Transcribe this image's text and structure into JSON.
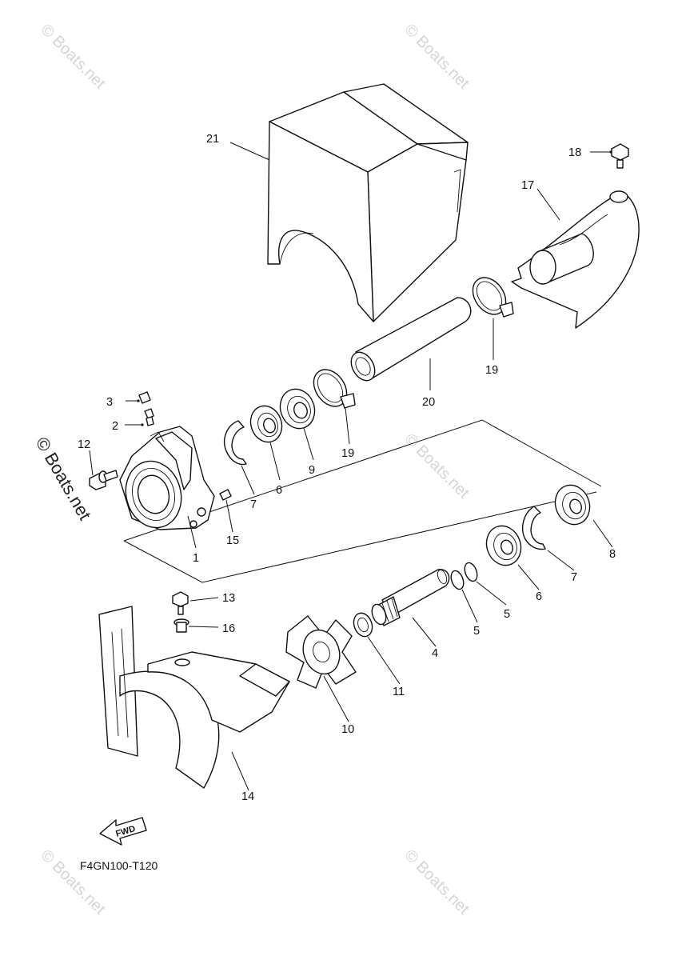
{
  "diagram": {
    "code": "F4GN100-T120",
    "fwd_label": "FWD",
    "watermark": "© Boats.net",
    "watermark_side": "© Boats.net",
    "labels": {
      "l1": "1",
      "l2": "2",
      "l3": "3",
      "l4": "4",
      "l5a": "5",
      "l5b": "5",
      "l6a": "6",
      "l6b": "6",
      "l7a": "7",
      "l7b": "7",
      "l8": "8",
      "l9": "9",
      "l10": "10",
      "l11": "11",
      "l12": "12",
      "l13": "13",
      "l14": "14",
      "l15": "15",
      "l16": "16",
      "l17": "17",
      "l18": "18",
      "l19a": "19",
      "l19b": "19",
      "l20": "20",
      "l21": "21"
    }
  }
}
